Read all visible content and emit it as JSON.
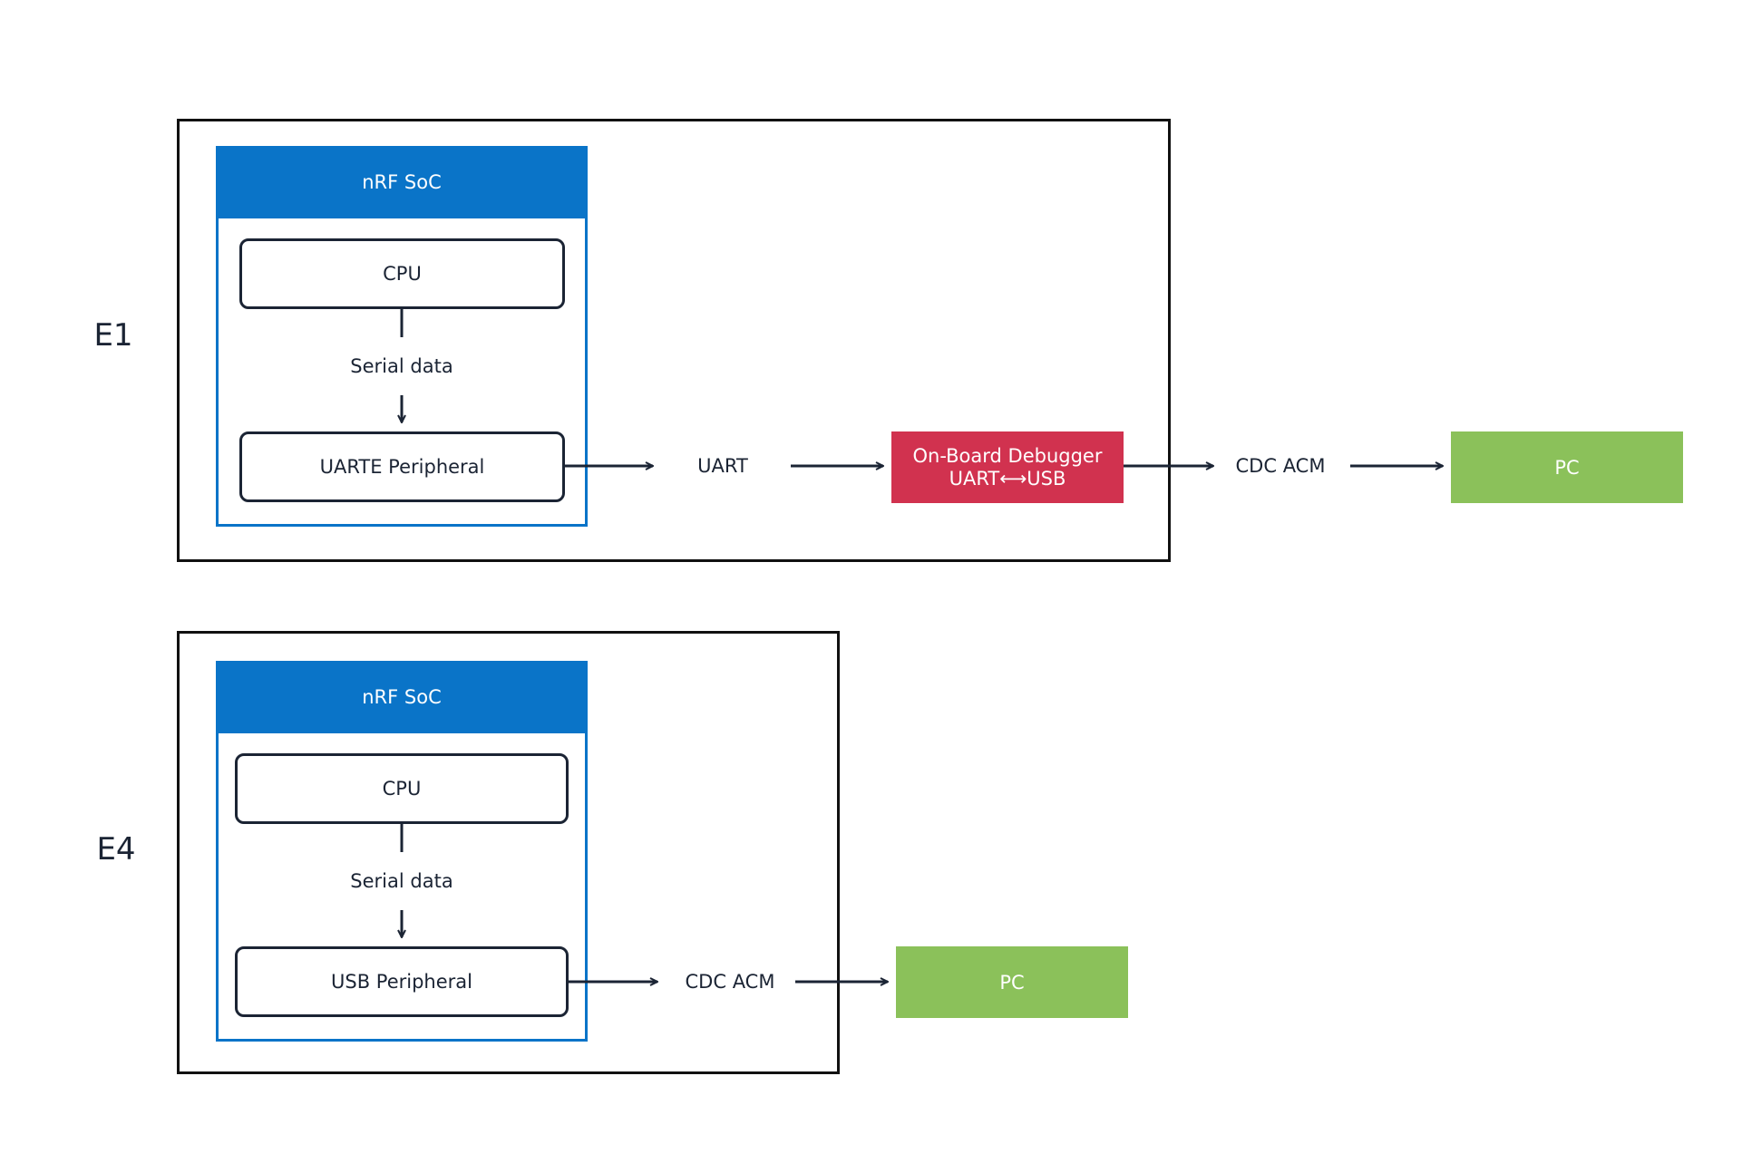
{
  "colors": {
    "soc_blue": "#0a74c8",
    "debugger_red": "#d1324f",
    "pc_green": "#8bc15a",
    "line_dark": "#1b2434"
  },
  "e1": {
    "label": "E1",
    "soc_title": "nRF SoC",
    "cpu": "CPU",
    "serial_data": "Serial data",
    "peripheral": "UARTE Peripheral",
    "link1": "UART",
    "debugger_line1": "On-Board Debugger",
    "debugger_line2": "UART⟷USB",
    "link2": "CDC ACM",
    "pc": "PC"
  },
  "e4": {
    "label": "E4",
    "soc_title": "nRF SoC",
    "cpu": "CPU",
    "serial_data": "Serial data",
    "peripheral": "USB Peripheral",
    "link1": "CDC ACM",
    "pc": "PC"
  }
}
